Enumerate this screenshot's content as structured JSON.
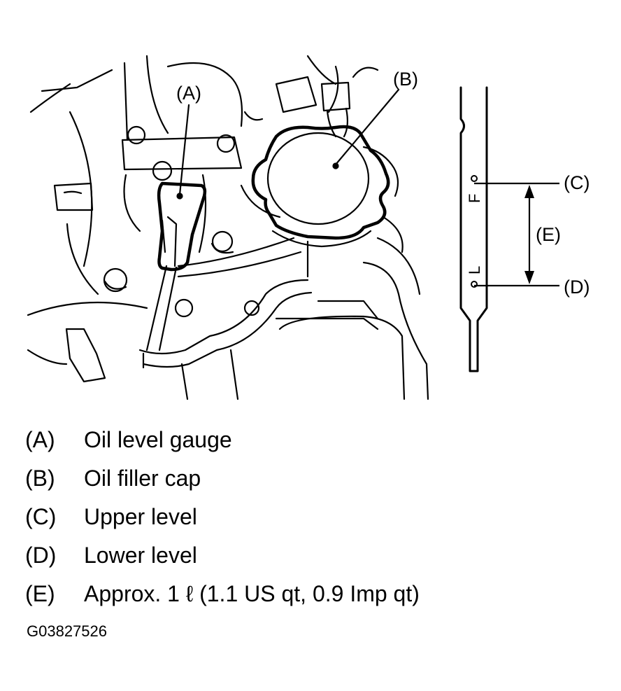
{
  "diagram": {
    "callouts": {
      "a": "(A)",
      "b": "(B)",
      "c": "(C)",
      "d": "(D)",
      "e": "(E)"
    },
    "dipstick_marks": {
      "full": "F",
      "low": "L"
    }
  },
  "legend": [
    {
      "key": "(A)",
      "text": "Oil level gauge"
    },
    {
      "key": "(B)",
      "text": "Oil filler cap"
    },
    {
      "key": "(C)",
      "text": "Upper level"
    },
    {
      "key": "(D)",
      "text": "Lower level"
    },
    {
      "key": "(E)",
      "text": "Approx. 1 ℓ (1.1 US qt, 0.9 Imp qt)"
    }
  ],
  "figure_id": "G03827526"
}
